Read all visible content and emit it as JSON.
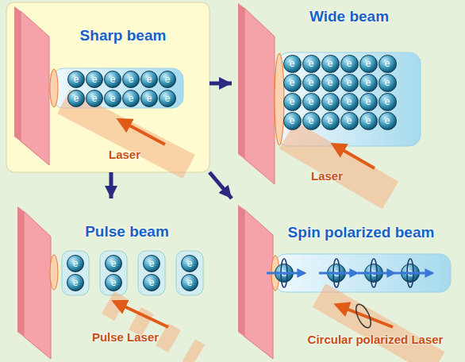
{
  "diagram": {
    "nodes": [
      {
        "text": [
          "Sharp beam",
          "Laser"
        ]
      },
      {
        "text": [
          "Wide beam",
          "Laser"
        ]
      },
      {
        "text": [
          "Pulse beam",
          "Pulse Laser"
        ]
      },
      {
        "text": [
          "Spin polarized beam",
          "Circular polarized Laser"
        ]
      }
    ],
    "edges": [
      {
        "from": 0,
        "to": 1,
        "arrow": "to"
      },
      {
        "from": 0,
        "to": 2,
        "arrow": "to"
      },
      {
        "from": 0,
        "to": 3,
        "arrow": "to"
      }
    ],
    "labels": [
      "e",
      "e",
      "e",
      "e",
      "e",
      "e",
      "e",
      "e",
      "e",
      "e",
      "e",
      "e",
      "e",
      "e",
      "e",
      "e",
      "e",
      "e",
      "e",
      "e",
      "e",
      "e",
      "e",
      "e",
      "e",
      "e",
      "e",
      "e",
      "e",
      "e",
      "e",
      "e",
      "e",
      "e",
      "e",
      "e",
      "e",
      "e",
      "e",
      "e",
      "e",
      "e",
      "e",
      "e",
      "e",
      "e",
      "e",
      "e"
    ]
  }
}
